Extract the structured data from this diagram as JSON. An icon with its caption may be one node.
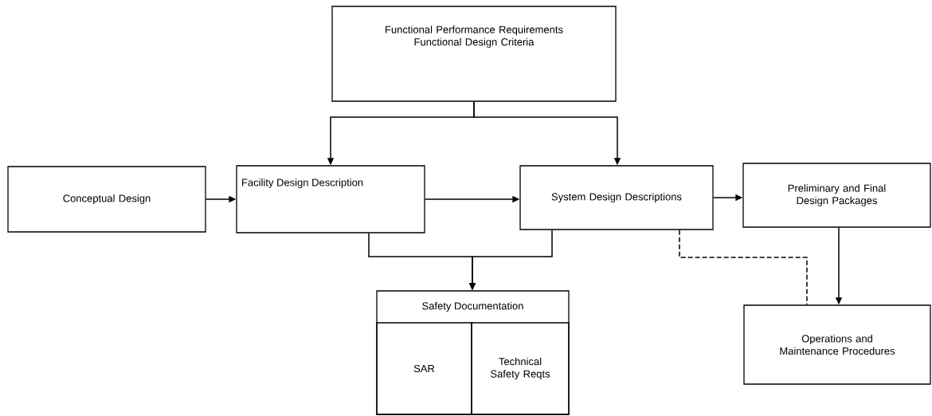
{
  "diagram": {
    "nodes": [
      {
        "text": [
          "Functional Performance Requirements",
          "Functional Design Criteria"
        ]
      },
      {
        "text": [
          "Conceptual Design"
        ]
      },
      {
        "text": [
          "Facility Design Description"
        ]
      },
      {
        "text": [
          "System Design Descriptions"
        ]
      },
      {
        "text": [
          "Preliminary and Final Design Packages"
        ]
      },
      {
        "text": [
          "Safety Documentation"
        ]
      },
      {
        "text": [
          "SAR"
        ],
        "in": 5
      },
      {
        "text": [
          "Technical Safety Reqts"
        ],
        "in": 5
      },
      {
        "text": [
          "Operations and Maintenance Procedures"
        ]
      }
    ],
    "edges": [
      {
        "from": 0,
        "to": 2,
        "arrow": "to"
      },
      {
        "from": 0,
        "to": 3,
        "arrow": "to"
      },
      {
        "from": 1,
        "to": 2,
        "arrow": "to"
      },
      {
        "from": 2,
        "to": 3,
        "arrow": "to"
      },
      {
        "from": 3,
        "to": 4,
        "arrow": "to"
      },
      {
        "from": 2,
        "to": 5,
        "arrow": "to"
      },
      {
        "from": 3,
        "to": 5,
        "arrow": "to"
      },
      {
        "from": 4,
        "to": 8,
        "arrow": "to"
      },
      {
        "from": 3,
        "to": 8,
        "arrow": "none",
        "style": "dashed"
      }
    ]
  }
}
